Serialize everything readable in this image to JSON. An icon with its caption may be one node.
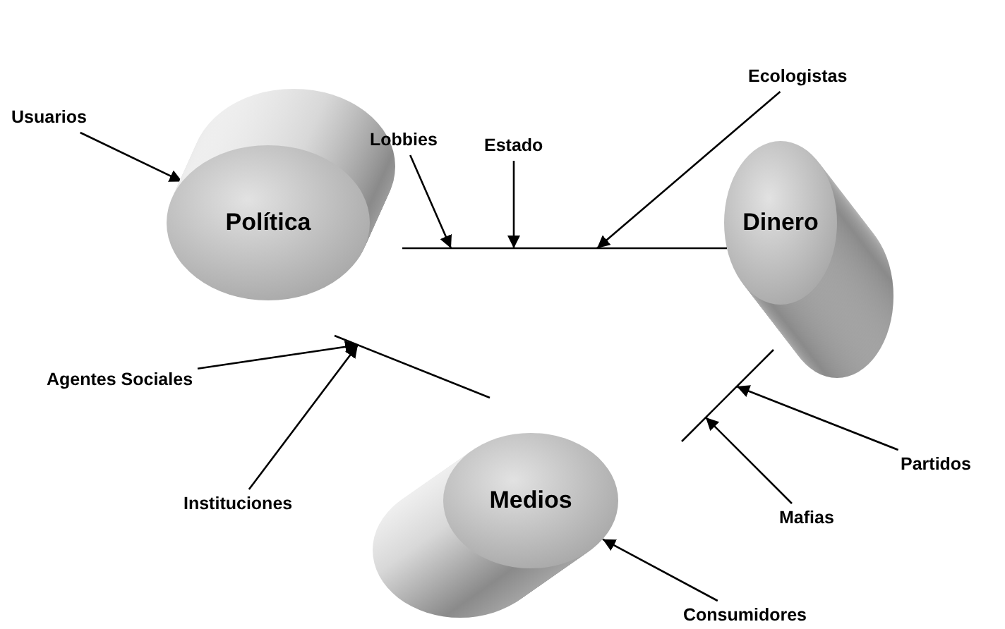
{
  "diagram": {
    "nodes": [
      {
        "text": [
          "Usuarios"
        ]
      },
      {
        "text": [
          "Lobbies"
        ]
      },
      {
        "text": [
          "Estado"
        ]
      },
      {
        "text": [
          "Ecologistas"
        ]
      },
      {
        "text": [
          "Política"
        ]
      },
      {
        "text": [
          "Dinero"
        ]
      },
      {
        "text": [],
        "shape": "bar"
      },
      {
        "text": [
          "Agentes Sociales"
        ]
      },
      {
        "text": [],
        "shape": "bar"
      },
      {
        "text": [
          "Instituciones"
        ]
      },
      {
        "text": [
          "Medios"
        ]
      },
      {
        "text": [],
        "shape": "bar"
      },
      {
        "text": [
          "Partidos"
        ]
      },
      {
        "text": [
          "Mafias"
        ]
      },
      {
        "text": [
          "Consumidores"
        ]
      }
    ],
    "edges": [
      {
        "from": 0,
        "to": 4,
        "arrow": "to"
      },
      {
        "from": 1,
        "to": 6,
        "arrow": "to"
      },
      {
        "from": 2,
        "to": 6,
        "arrow": "to"
      },
      {
        "from": 3,
        "to": 6,
        "arrow": "to"
      },
      {
        "from": 7,
        "to": 8,
        "arrow": "to"
      },
      {
        "from": 9,
        "to": 8,
        "arrow": "to"
      },
      {
        "from": 12,
        "to": 11,
        "arrow": "to"
      },
      {
        "from": 13,
        "to": 11,
        "arrow": "to"
      },
      {
        "from": 14,
        "to": 10,
        "arrow": "to"
      }
    ]
  }
}
